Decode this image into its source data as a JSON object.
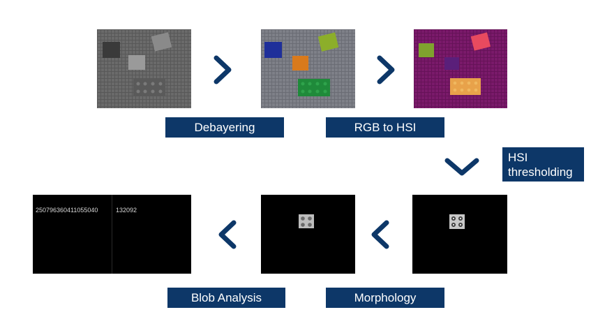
{
  "steps": {
    "debayering": "Debayering",
    "rgb_to_hsi": "RGB to HSI",
    "hsi_thresholding_line1": "HSI",
    "hsi_thresholding_line2": "thresholding",
    "morphology": "Morphology",
    "blob_analysis": "Blob Analysis"
  },
  "blob_results": {
    "left_value": "250796360411055040",
    "right_value": "132092"
  },
  "colors": {
    "accent": "#0d3768",
    "label_text": "#ffffff",
    "panel_black": "#000000"
  },
  "icons": [
    "chevron-right-icon",
    "chevron-down-icon",
    "chevron-left-icon"
  ]
}
